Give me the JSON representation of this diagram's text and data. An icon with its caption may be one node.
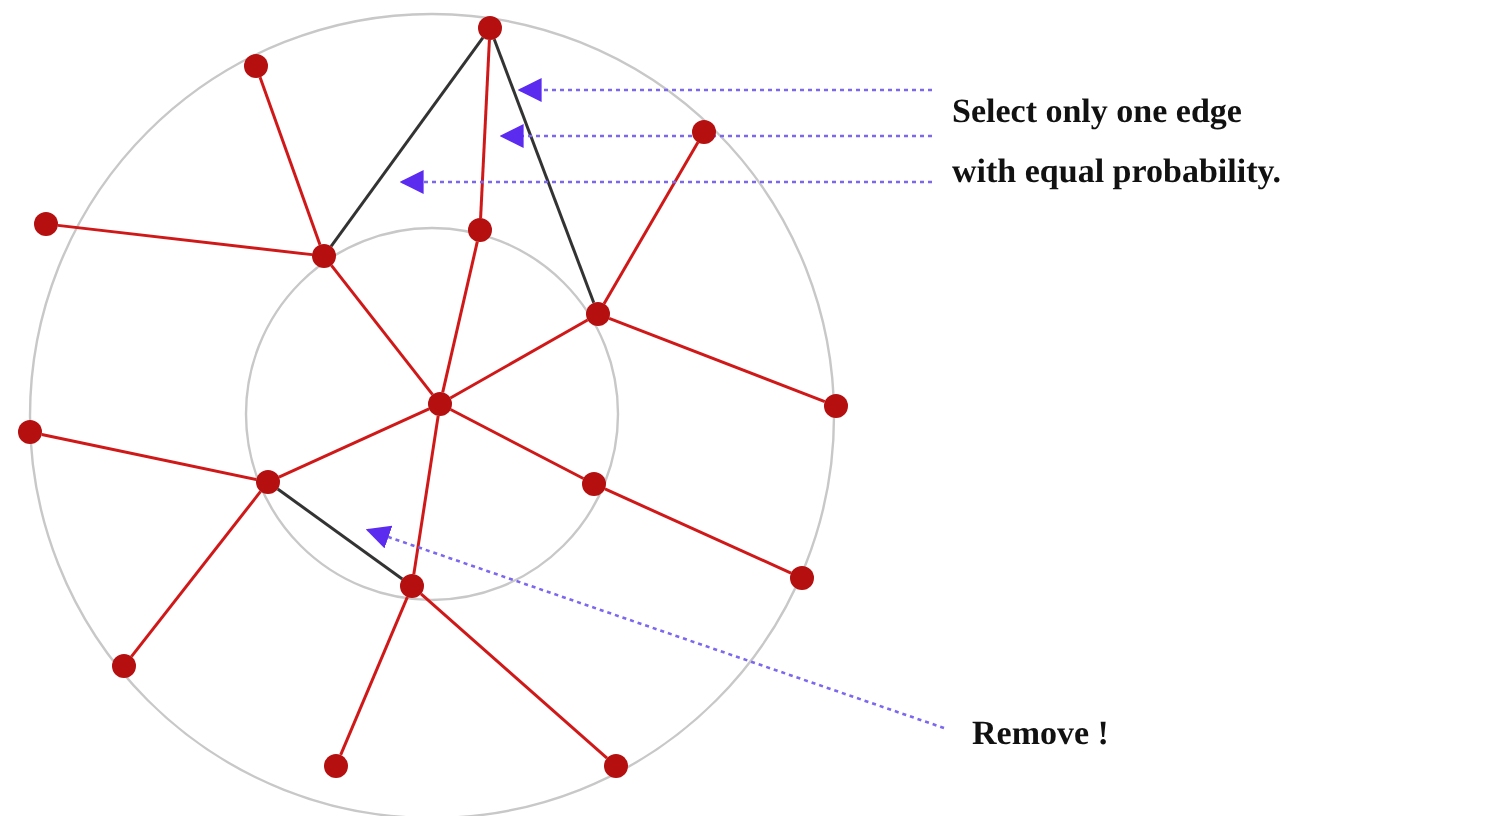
{
  "diagram": {
    "nodes": [
      {
        "text": [],
        "shape": "circle"
      },
      {
        "text": [],
        "shape": "circle"
      },
      {
        "text": [],
        "shape": "circle"
      },
      {
        "text": [],
        "shape": "circle"
      },
      {
        "text": [],
        "shape": "circle"
      },
      {
        "text": [],
        "shape": "circle"
      },
      {
        "text": [],
        "shape": "circle"
      },
      {
        "text": [],
        "shape": "circle"
      },
      {
        "text": [],
        "shape": "circle"
      },
      {
        "text": [],
        "shape": "circle"
      },
      {
        "text": [],
        "shape": "circle"
      },
      {
        "text": [],
        "shape": "circle"
      },
      {
        "text": [],
        "shape": "circle"
      },
      {
        "text": [],
        "shape": "circle"
      },
      {
        "text": [],
        "shape": "circle"
      },
      {
        "text": [],
        "shape": "circle"
      },
      {
        "text": [],
        "shape": "circle"
      },
      {
        "text": [
          "Select only one edge with equal probability."
        ]
      },
      {
        "text": [
          "Remove !"
        ]
      }
    ],
    "edges": [
      {
        "from": 1,
        "to": 5,
        "arrow": "none"
      },
      {
        "from": 3,
        "to": 5,
        "arrow": "none"
      },
      {
        "from": 0,
        "to": 5,
        "arrow": "none",
        "color": "#333333"
      },
      {
        "from": 0,
        "to": 4,
        "arrow": "none"
      },
      {
        "from": 0,
        "to": 6,
        "arrow": "none",
        "color": "#333333"
      },
      {
        "from": 4,
        "to": 7,
        "arrow": "none"
      },
      {
        "from": 5,
        "to": 7,
        "arrow": "none"
      },
      {
        "from": 2,
        "to": 6,
        "arrow": "none"
      },
      {
        "from": 6,
        "to": 7,
        "arrow": "none"
      },
      {
        "from": 6,
        "to": 8,
        "arrow": "none"
      },
      {
        "from": 7,
        "to": 10,
        "arrow": "none"
      },
      {
        "from": 7,
        "to": 11,
        "arrow": "none"
      },
      {
        "from": 7,
        "to": 13,
        "arrow": "none"
      },
      {
        "from": 9,
        "to": 10,
        "arrow": "none"
      },
      {
        "from": 10,
        "to": 14,
        "arrow": "none"
      },
      {
        "from": 10,
        "to": 13,
        "arrow": "none",
        "color": "#333333"
      },
      {
        "from": 11,
        "to": 12,
        "arrow": "none"
      },
      {
        "from": 13,
        "to": 15,
        "arrow": "none"
      },
      {
        "from": 13,
        "to": 16,
        "arrow": "none"
      },
      {
        "from": 17,
        "to": null,
        "arrow": "to",
        "style": "dashed",
        "color": "#7b68ee"
      },
      {
        "from": 17,
        "to": null,
        "arrow": "to",
        "style": "dashed",
        "color": "#7b68ee"
      },
      {
        "from": 17,
        "to": null,
        "arrow": "to",
        "style": "dashed",
        "color": "#7b68ee"
      },
      {
        "from": 18,
        "to": null,
        "arrow": "to",
        "style": "dashed",
        "color": "#7b68ee"
      }
    ]
  }
}
